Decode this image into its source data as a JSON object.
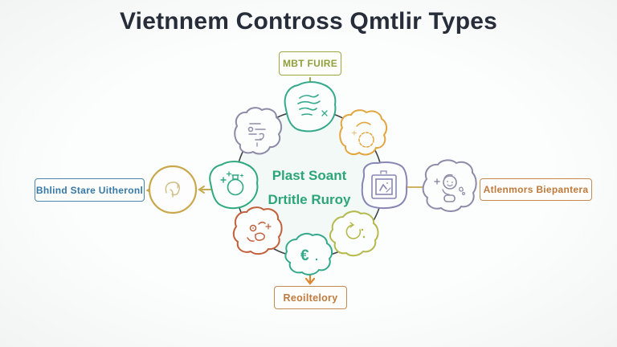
{
  "title": "Vietnnem Contross Qmtlir Types",
  "center_label": {
    "line1": "Plast Soant",
    "line2": "Drtitle Ruroy",
    "color": "#2ca678"
  },
  "callouts": {
    "top": {
      "label": "MBT FUIRE",
      "text_color": "#8fa03c",
      "border_color": "#9aa742"
    },
    "left": {
      "label": "Bhlind Stare Uitheronl",
      "text_color": "#3679a8",
      "border_color": "#4d86ad"
    },
    "right": {
      "label": "Atlenmors Biepantera",
      "text_color": "#bf7a3c",
      "border_color": "#c58a52"
    },
    "bottom": {
      "label": "Reoiltelory",
      "text_color": "#bf7a3c",
      "border_color": "#c58a52"
    }
  },
  "cycle_nodes": [
    {
      "name": "scribble-document",
      "position": "top",
      "color": "#35a98c"
    },
    {
      "name": "gear-doodle",
      "position": "top-right",
      "color": "#e2a63e"
    },
    {
      "name": "picture-frame",
      "position": "right",
      "color": "#8886b5"
    },
    {
      "name": "refresh-doodle",
      "position": "bottom-right",
      "color": "#b5ba4e"
    },
    {
      "name": "currency",
      "position": "bottom",
      "color": "#35a98c",
      "glyph": "€"
    },
    {
      "name": "face-doodle",
      "position": "bottom-left",
      "color": "#c2603c"
    },
    {
      "name": "flask",
      "position": "left",
      "color": "#2fa97e"
    },
    {
      "name": "list-doodle",
      "position": "top-left",
      "color": "#8d8ba8"
    }
  ],
  "satellites": [
    {
      "name": "leaf-circle",
      "side": "left",
      "color": "#c9a84c"
    },
    {
      "name": "person-blob",
      "side": "right",
      "color": "#8d8ba8"
    }
  ],
  "connectors": {
    "ring_color": "#3d4248",
    "top_arrow_color": "#9aa742",
    "left_arrow_color": "#c9a94f",
    "right_line_color": "#c9a94f",
    "bottom_arrow_color": "#e0862f"
  },
  "background_color": "#fafbfb",
  "title_color": "#272e3a"
}
